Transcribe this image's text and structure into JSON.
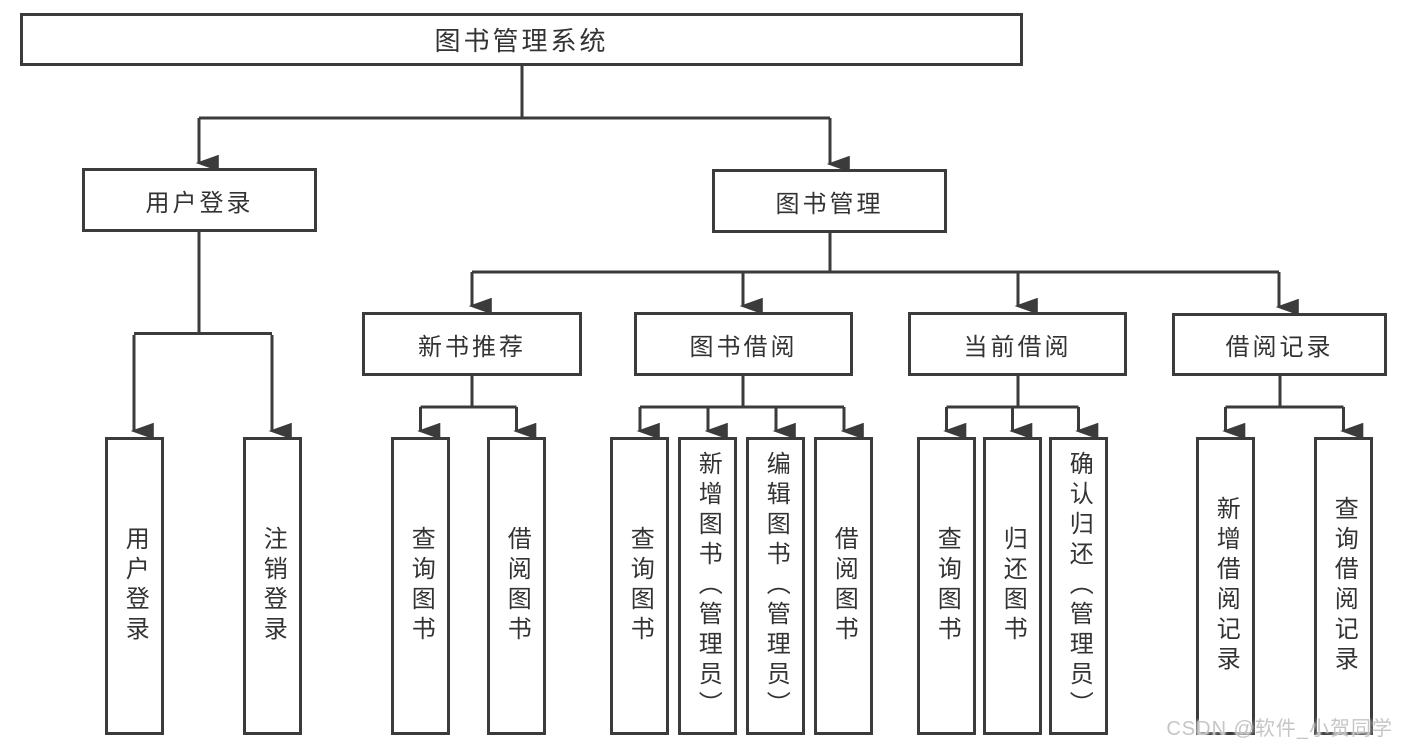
{
  "diagram": {
    "type": "hierarchy-tree",
    "colors": {
      "line": "#3b3b3b",
      "text": "#333333",
      "watermark": "#c6c6c6",
      "background": "#ffffff"
    },
    "boxes": {
      "root": "图书管理系统",
      "login": "用户登录",
      "management": "图书管理",
      "categories": [
        "新书推荐",
        "图书借阅",
        "当前借阅",
        "借阅记录"
      ],
      "login_children": [
        "用户登录",
        "注销登录"
      ],
      "new_books_children": [
        "查询图书",
        "借阅图书"
      ],
      "book_borrow_children": [
        "查询图书",
        "新增图书（管理员）",
        "编辑图书（管理员）",
        "借阅图书"
      ],
      "current_borrow_children": [
        "查询图书",
        "归还图书",
        "确认归还（管理员）"
      ],
      "borrow_records_children": [
        "新增借阅记录",
        "查询借阅记录"
      ]
    },
    "watermark": "CSDN @软件_小贺同学"
  }
}
